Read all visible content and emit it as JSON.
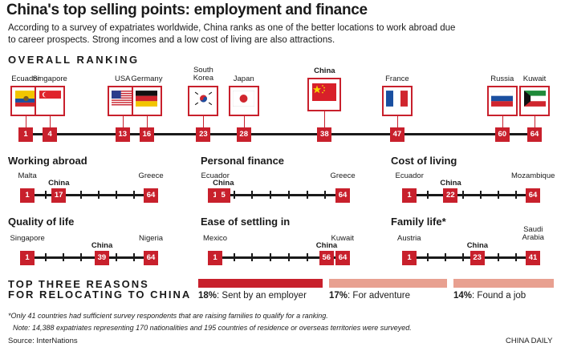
{
  "title": "China's top selling points: employment and finance",
  "intro": "According to a survey of expatriates worldwide, China ranks as one of the better locations to work abroad due to career prospects. Strong incomes and a low cost of living are also attractions.",
  "overall": {
    "heading": "OVERALL RANKING",
    "total": 64,
    "countries": [
      {
        "name": "Ecuador",
        "rank": 1,
        "flag": "ecuador-flag"
      },
      {
        "name": "Singapore",
        "rank": 4,
        "flag": "singapore-flag"
      },
      {
        "name": "USA",
        "rank": 13,
        "flag": "usa-flag"
      },
      {
        "name": "Germany",
        "rank": 16,
        "flag": "germany-flag"
      },
      {
        "name": "South Korea",
        "rank": 23,
        "flag": "south-korea-flag"
      },
      {
        "name": "Japan",
        "rank": 28,
        "flag": "japan-flag"
      },
      {
        "name": "China",
        "rank": 38,
        "flag": "china-flag",
        "highlight": true
      },
      {
        "name": "France",
        "rank": 47,
        "flag": "france-flag"
      },
      {
        "name": "Russia",
        "rank": 60,
        "flag": "russia-flag"
      },
      {
        "name": "Kuwait",
        "rank": 64,
        "flag": "kuwait-flag"
      }
    ]
  },
  "categories": [
    {
      "title": "Working abroad",
      "total": 64,
      "points": [
        {
          "name": "Malta",
          "rank": 1
        },
        {
          "name": "China",
          "rank": 17
        },
        {
          "name": "Greece",
          "rank": 64
        }
      ]
    },
    {
      "title": "Personal finance",
      "total": 64,
      "points": [
        {
          "name": "Ecuador",
          "rank": 1
        },
        {
          "name": "China",
          "rank": 5
        },
        {
          "name": "Greece",
          "rank": 64
        }
      ]
    },
    {
      "title": "Cost of living",
      "total": 64,
      "points": [
        {
          "name": "Ecuador",
          "rank": 1
        },
        {
          "name": "China",
          "rank": 22
        },
        {
          "name": "Mozambique",
          "rank": 64
        }
      ]
    },
    {
      "title": "Quality of life",
      "total": 64,
      "points": [
        {
          "name": "Singapore",
          "rank": 1
        },
        {
          "name": "China",
          "rank": 39
        },
        {
          "name": "Nigeria",
          "rank": 64
        }
      ]
    },
    {
      "title": "Ease of settling in",
      "total": 64,
      "points": [
        {
          "name": "Mexico",
          "rank": 1
        },
        {
          "name": "China",
          "rank": 56
        },
        {
          "name": "Kuwait",
          "rank": 64
        }
      ]
    },
    {
      "title": "Family life*",
      "total": 41,
      "points": [
        {
          "name": "Austria",
          "rank": 1
        },
        {
          "name": "China",
          "rank": 23
        },
        {
          "name": "Saudi Arabia",
          "rank": 41
        }
      ]
    }
  ],
  "reasons": {
    "heading_line1": "TOP THREE REASONS",
    "heading_line2": "FOR RELOCATING TO CHINA",
    "items": [
      {
        "percent": "18%",
        "label": ": Sent by an employer",
        "value": 18,
        "color": "#c8202c"
      },
      {
        "percent": "17%",
        "label": ": For adventure",
        "value": 17,
        "color": "#e8a090"
      },
      {
        "percent": "14%",
        "label": ": Found a job",
        "value": 14,
        "color": "#e8a090"
      }
    ]
  },
  "notes": {
    "footnote": "*Only 41 countries had sufficient survey respondents that are raising families to qualify for a ranking.",
    "note": "Note: 14,388 expatriates representing 170 nationalities and 195 countries of residence or overseas territories were surveyed.",
    "source": "Source: InterNations",
    "credit": "CHINA DAILY"
  },
  "colors": {
    "accent": "#c8202c",
    "light": "#e8a090",
    "text": "#1a1a1a"
  }
}
